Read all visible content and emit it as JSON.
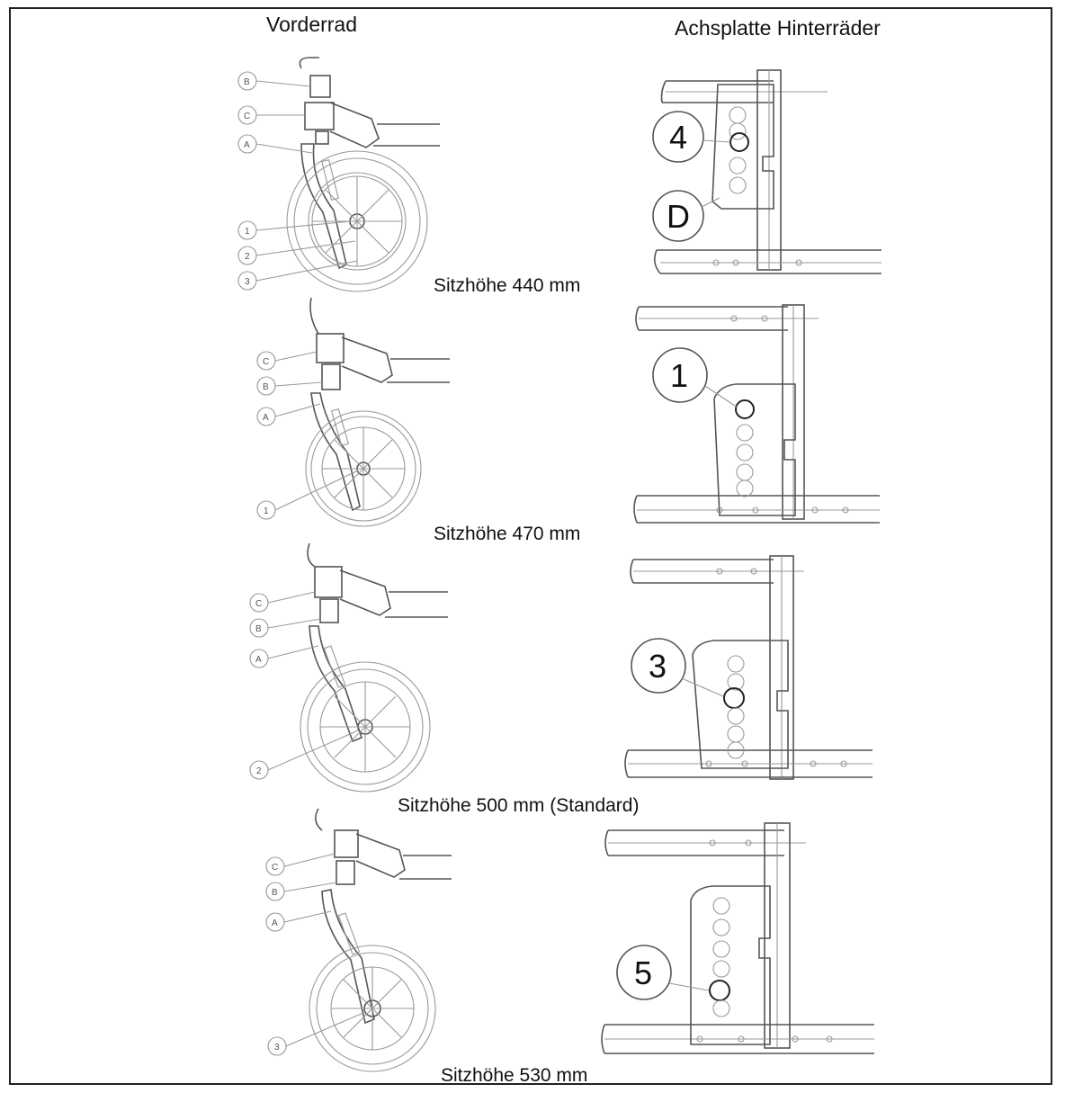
{
  "headers": {
    "front": "Vorderrad",
    "rear": "Achsplatte Hinterräder"
  },
  "rows": [
    {
      "caption": "Sitzhöhe 440 mm",
      "front_labels": [
        "B",
        "C",
        "A",
        "1",
        "2",
        "3"
      ],
      "rear_number": "4",
      "rear_extra_label": "D"
    },
    {
      "caption": "Sitzhöhe 470 mm",
      "front_labels": [
        "C",
        "B",
        "A",
        "1"
      ],
      "rear_number": "1"
    },
    {
      "caption": "Sitzhöhe 500 mm (Standard)",
      "front_labels": [
        "C",
        "B",
        "A",
        "2"
      ],
      "rear_number": "3"
    },
    {
      "caption": "Sitzhöhe 530 mm",
      "front_labels": [
        "C",
        "B",
        "A",
        "3"
      ],
      "rear_number": "5"
    }
  ]
}
